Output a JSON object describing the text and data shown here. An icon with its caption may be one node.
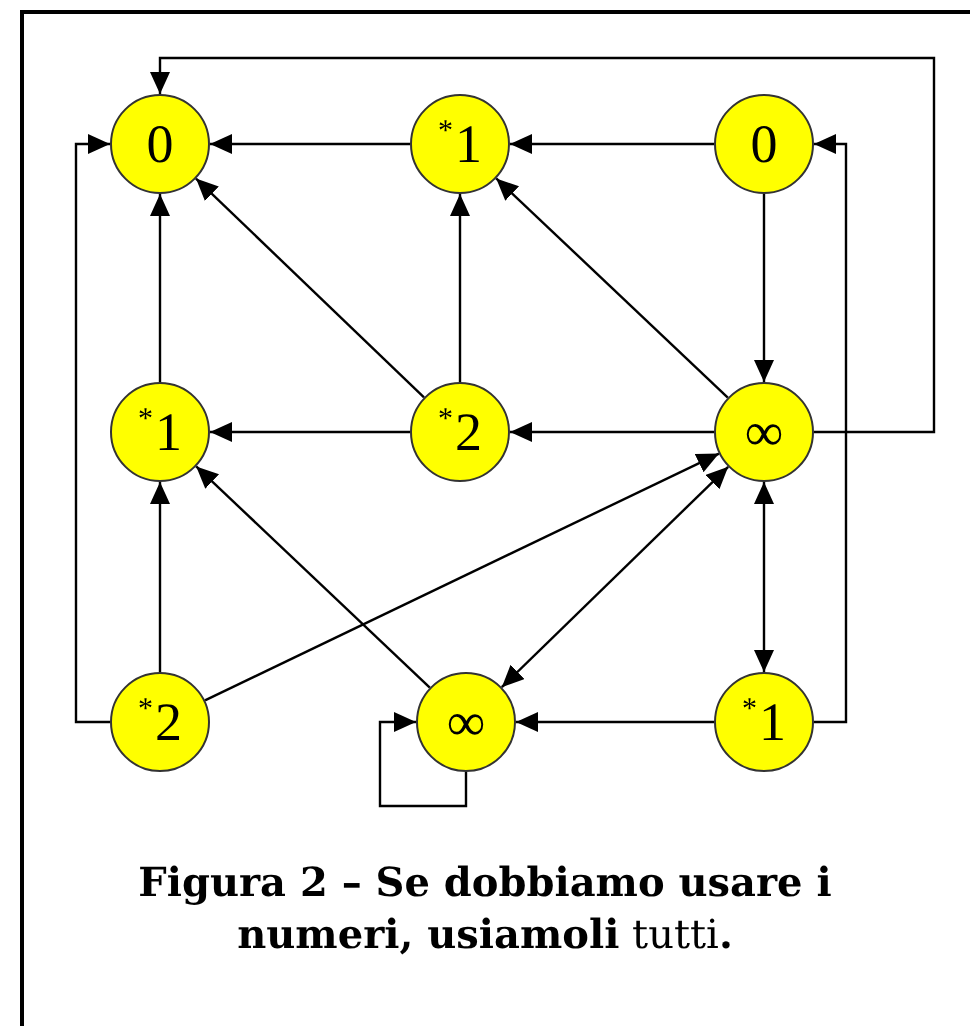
{
  "diagram": {
    "caption": "**Figura 2 – Se dobbiamo usare i numeri, usiamoli** tutti**.**",
    "nodes": [
      {
        "text": [
          "0"
        ]
      },
      {
        "text": [
          "$^{*}$1"
        ]
      },
      {
        "text": [
          "0"
        ]
      },
      {
        "text": [
          "$^{*}$1"
        ]
      },
      {
        "text": [
          "$^{*}$2"
        ]
      },
      {
        "text": [
          "∞"
        ]
      },
      {
        "text": [
          "$^{*}$2"
        ]
      },
      {
        "text": [
          "∞"
        ]
      },
      {
        "text": [
          "$^{*}$1"
        ]
      }
    ],
    "edges": [
      {
        "from": 1,
        "to": 0,
        "arrow": "to"
      },
      {
        "from": 2,
        "to": 1,
        "arrow": "to"
      },
      {
        "from": 2,
        "to": 5,
        "arrow": "to"
      },
      {
        "from": 3,
        "to": 0,
        "arrow": "to"
      },
      {
        "from": 4,
        "to": 0,
        "arrow": "to"
      },
      {
        "from": 4,
        "to": 1,
        "arrow": "to"
      },
      {
        "from": 4,
        "to": 3,
        "arrow": "to"
      },
      {
        "from": 5,
        "to": 4,
        "arrow": "to"
      },
      {
        "from": 5,
        "to": 1,
        "arrow": "to"
      },
      {
        "from": 5,
        "to": 0,
        "arrow": "to"
      },
      {
        "from": 5,
        "to": 7,
        "arrow": "both"
      },
      {
        "from": 5,
        "to": 8,
        "arrow": "both"
      },
      {
        "from": 6,
        "to": 0,
        "arrow": "to"
      },
      {
        "from": 6,
        "to": 3,
        "arrow": "to"
      },
      {
        "from": 6,
        "to": 5,
        "arrow": "to"
      },
      {
        "from": 7,
        "to": 3,
        "arrow": "to"
      },
      {
        "from": 8,
        "to": 7,
        "arrow": "to"
      },
      {
        "from": 8,
        "to": 2,
        "arrow": "to"
      },
      {
        "from": 7,
        "to": 7,
        "arrow": "to"
      }
    ]
  }
}
